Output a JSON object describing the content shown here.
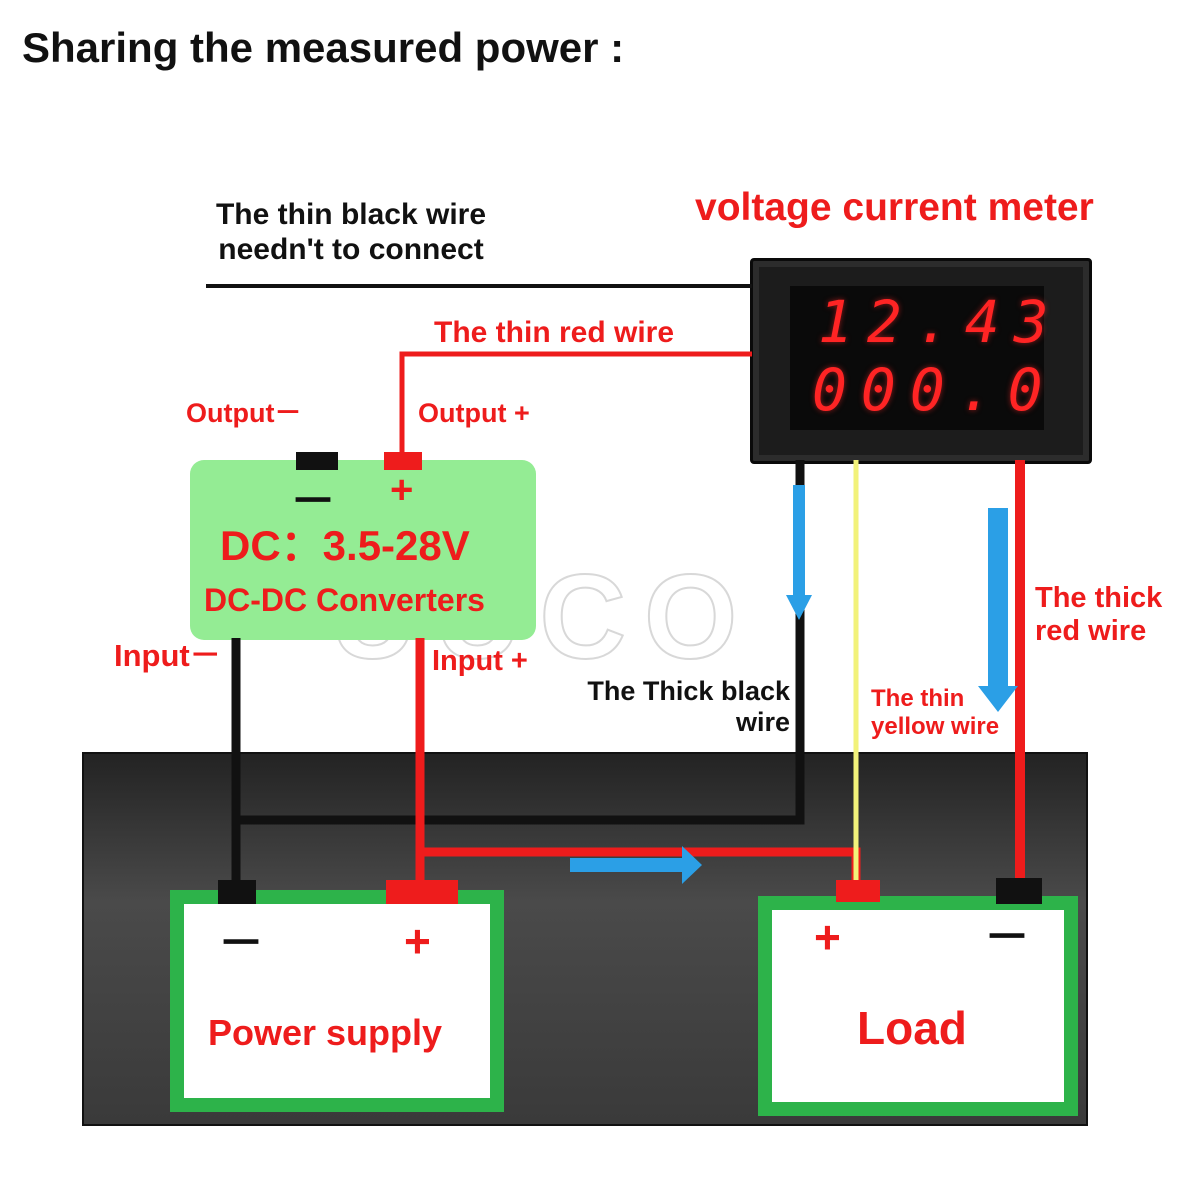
{
  "title": "Sharing the measured power :",
  "meter": {
    "title": "voltage current meter",
    "voltage_reading": "12.43",
    "current_reading": "000.0",
    "digit_color": "#ff2424"
  },
  "labels": {
    "thin_black_note": "The thin black wire\nneedn't to connect",
    "thin_red_wire": "The thin red wire",
    "output_minus": "Output－",
    "output_plus": "Output +",
    "input_minus": "Input－",
    "input_plus": "Input +",
    "thick_black_wire": "The Thick black\nwire",
    "thin_yellow_wire": "The thin\nyellow wire",
    "thick_red_wire": "The thick\nred wire"
  },
  "converter": {
    "voltage": "DC：3.5-28V",
    "name": "DC-DC Converters",
    "minus_sign": "－",
    "plus_sign": "+"
  },
  "power_supply": {
    "name": "Power supply",
    "minus_sign": "－",
    "plus_sign": "+"
  },
  "load": {
    "name": "Load",
    "plus_sign": "+",
    "minus_sign": "－"
  },
  "watermark": "UUCO",
  "colors": {
    "red_wire": "#ee1c1c",
    "black_wire": "#111111",
    "yellow_wire": "#f2f27a",
    "arrow_blue": "#2b9fe6",
    "box_green": "#2db34a",
    "converter_green": "#94ec94"
  }
}
